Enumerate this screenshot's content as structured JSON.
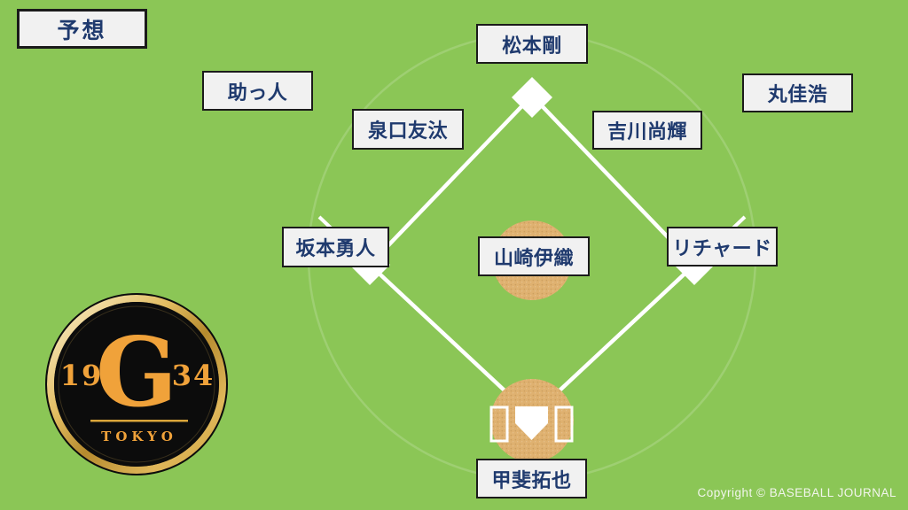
{
  "colors": {
    "field-green": "#8bc656",
    "line-white": "#ffffff",
    "arc-faint": "rgba(255,255,255,0.17)",
    "dirt-tan": "#dfb170",
    "box-bg": "#f1f1f1",
    "box-border": "#1b1b1b",
    "name-navy": "#1f3a6e",
    "logo-black": "#0c0c0c",
    "logo-orange": "#f0a23a",
    "logo-gold": "#d9a53a",
    "copyright-white": "#f2f5ec"
  },
  "title": {
    "prediction": "予想"
  },
  "lineup": {
    "center_fielder": "松本剛",
    "left_fielder": "助っ人",
    "right_fielder": "丸佳浩",
    "shortstop": "泉口友汰",
    "second_baseman": "吉川尚輝",
    "third_baseman": "坂本勇人",
    "first_baseman": "リチャード",
    "pitcher": "山崎伊織",
    "catcher": "甲斐拓也"
  },
  "logo": {
    "year_left": "19",
    "year_right": "34",
    "monogram": "G",
    "city": "TOKYO"
  },
  "footer": {
    "copyright": "Copyright © BASEBALL JOURNAL"
  }
}
